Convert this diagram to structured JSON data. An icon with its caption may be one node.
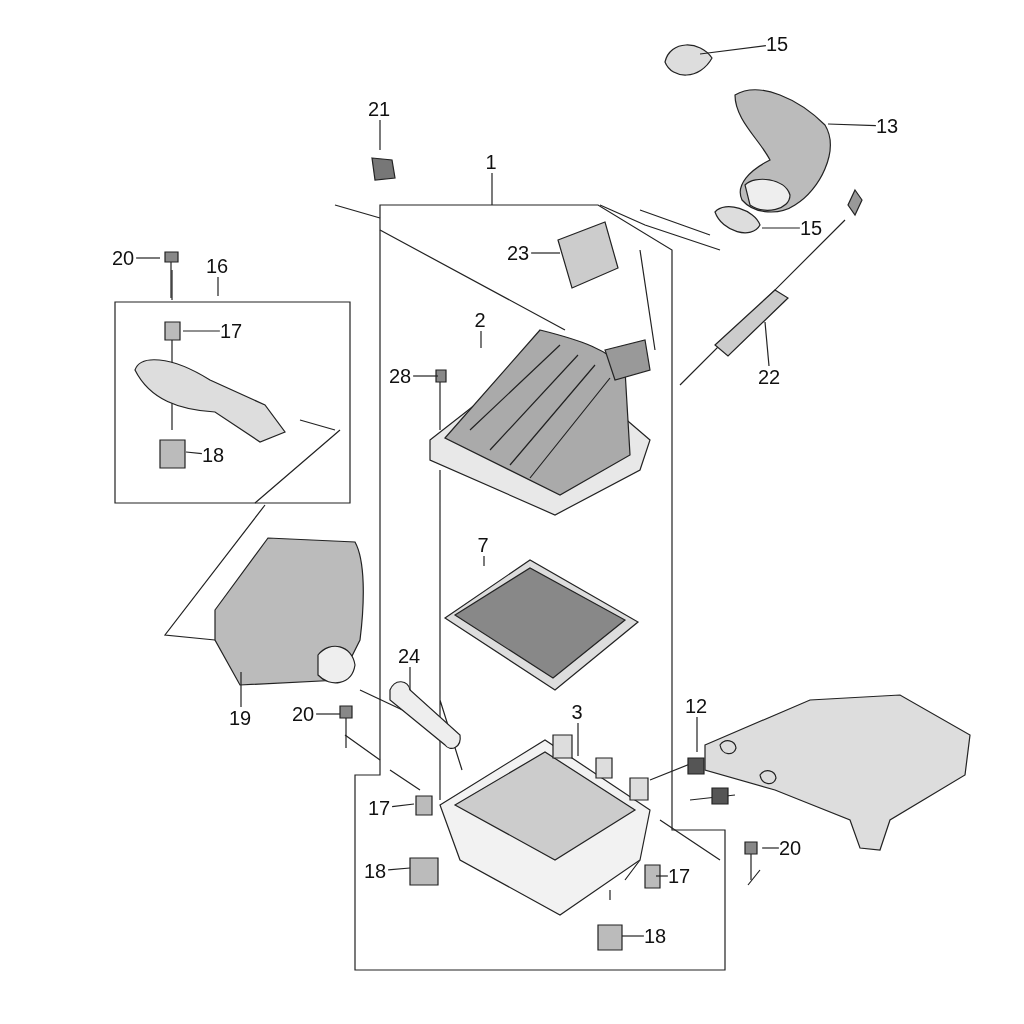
{
  "diagram": {
    "nodes": [
      {
        "text": [
          "15"
        ]
      },
      {
        "text": [
          "21"
        ]
      },
      {
        "text": [
          "13"
        ]
      },
      {
        "text": [
          "1"
        ]
      },
      {
        "text": [
          "23"
        ]
      },
      {
        "text": [
          "15"
        ]
      },
      {
        "text": [
          "20"
        ]
      },
      {
        "text": [
          "16"
        ]
      },
      {
        "text": [
          "17"
        ]
      },
      {
        "text": [
          "2"
        ]
      },
      {
        "text": [
          "28"
        ]
      },
      {
        "text": [
          "22"
        ]
      },
      {
        "text": [
          "18"
        ]
      },
      {
        "text": [
          "7"
        ]
      },
      {
        "text": [
          "24"
        ]
      },
      {
        "text": [
          "3"
        ]
      },
      {
        "text": [
          "12"
        ]
      },
      {
        "text": [
          "19"
        ]
      },
      {
        "text": [
          "20"
        ]
      },
      {
        "text": [
          "17"
        ]
      },
      {
        "text": [
          "20"
        ]
      },
      {
        "text": [
          "18"
        ]
      },
      {
        "text": [
          "17"
        ]
      },
      {
        "text": [
          "18"
        ]
      }
    ],
    "edges": [
      {
        "from": 0,
        "to": null,
        "arrow": "none"
      },
      {
        "from": 1,
        "to": null,
        "arrow": "none"
      },
      {
        "from": 2,
        "to": null,
        "arrow": "none"
      },
      {
        "from": 3,
        "to": null,
        "arrow": "none"
      },
      {
        "from": 4,
        "to": null,
        "arrow": "none"
      },
      {
        "from": 5,
        "to": null,
        "arrow": "none"
      },
      {
        "from": 6,
        "to": null,
        "arrow": "none"
      },
      {
        "from": 7,
        "to": null,
        "arrow": "none"
      },
      {
        "from": 8,
        "to": null,
        "arrow": "none"
      },
      {
        "from": 9,
        "to": null,
        "arrow": "none"
      },
      {
        "from": 10,
        "to": null,
        "arrow": "none"
      },
      {
        "from": 11,
        "to": null,
        "arrow": "none"
      },
      {
        "from": 12,
        "to": null,
        "arrow": "none"
      },
      {
        "from": 13,
        "to": null,
        "arrow": "none"
      },
      {
        "from": 14,
        "to": null,
        "arrow": "none"
      },
      {
        "from": 15,
        "to": null,
        "arrow": "none"
      },
      {
        "from": 16,
        "to": null,
        "arrow": "none"
      },
      {
        "from": 17,
        "to": null,
        "arrow": "none"
      },
      {
        "from": 18,
        "to": null,
        "arrow": "none"
      },
      {
        "from": 19,
        "to": null,
        "arrow": "none"
      },
      {
        "from": 20,
        "to": null,
        "arrow": "none"
      },
      {
        "from": 21,
        "to": null,
        "arrow": "none"
      },
      {
        "from": 22,
        "to": null,
        "arrow": "none"
      },
      {
        "from": 23,
        "to": null,
        "arrow": "none"
      }
    ]
  }
}
